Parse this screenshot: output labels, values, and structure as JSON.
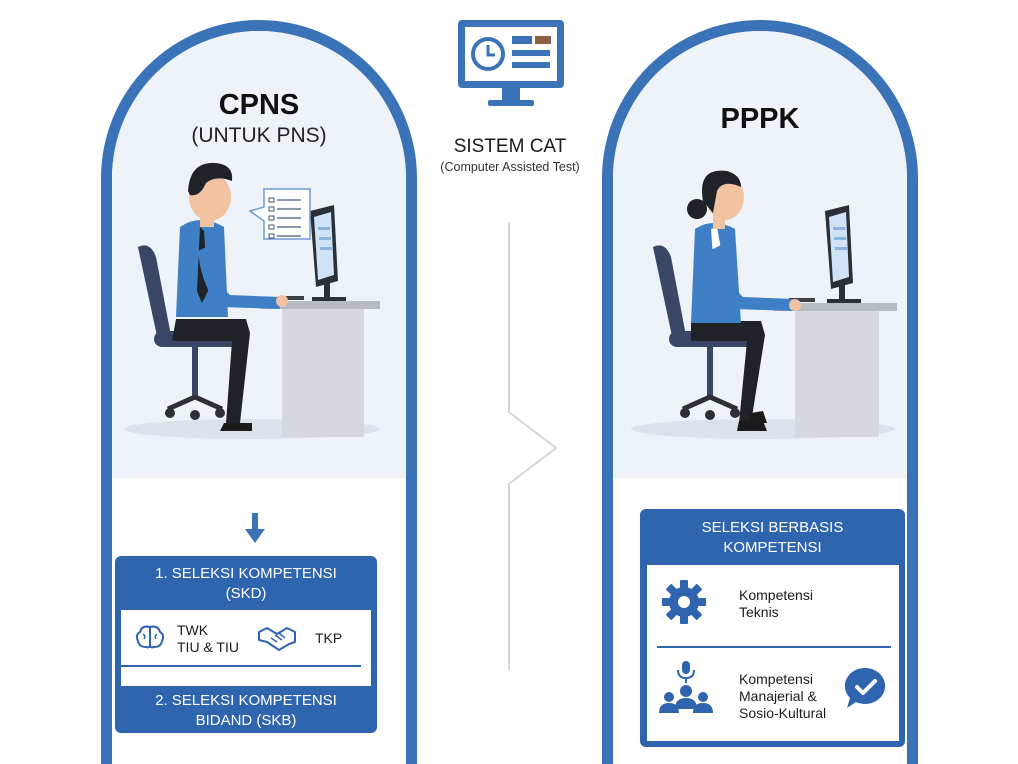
{
  "left_panel": {
    "title": "CPNS",
    "subtitle": "(UNTUK PNS)",
    "screen_list": [
      "",
      ""
    ],
    "box": {
      "header_line1": "1. SELEKSI KOMPETENSI",
      "header_line2": "(SKD)",
      "items": {
        "twk": "TWK",
        "tiu": "TIU & TIU",
        "tkp": "TKP"
      },
      "footer_line1": "2. SELEKSI KOMPETENSI",
      "footer_line2": "BIDAND (SKB)"
    }
  },
  "center": {
    "title": "SISTEM CAT",
    "subtitle": "(Computer Assisted Test)"
  },
  "right_panel": {
    "title": "PPPK",
    "box": {
      "header_line1": "SELEKSI BERBASIS",
      "header_line2": "KOMPETENSI",
      "item1_line1": "Kompetensi",
      "item1_line2": "Teknis",
      "item2_line1": "Kompetensi",
      "item2_line2": "Manajerial &",
      "item2_line3": "Sosio-Kultural"
    }
  },
  "colors": {
    "accent": "#3b73b9",
    "box": "#2f65ae",
    "scene_bg": "#eef3f9"
  }
}
